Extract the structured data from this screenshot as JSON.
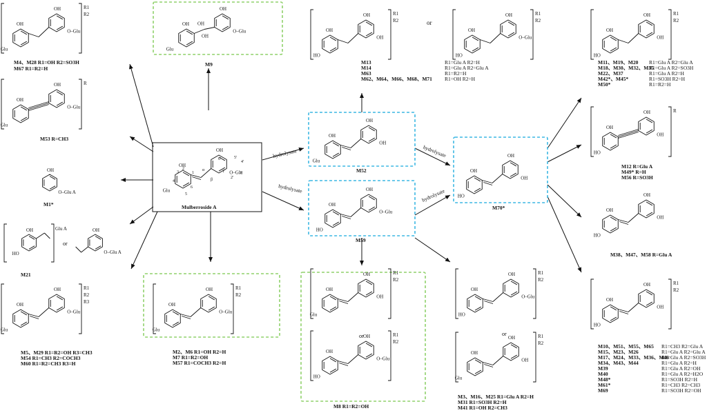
{
  "center": {
    "name": "Mulberroside A"
  },
  "steps": {
    "hydrolysate": "hydrolysate"
  },
  "atoms": {
    "oh": "OH",
    "glu": "Glu",
    "gluA": "Glu A",
    "r": "R",
    "r1": "R1",
    "r2": "R2",
    "r3": "R3",
    "ho": "HO",
    "or": "or"
  },
  "numbering": {
    "n1": "1",
    "n2": "2",
    "n3": "3",
    "n4": "4",
    "n5": "5",
    "n6": "6",
    "na": "α",
    "nb": "β",
    "p1": "1'",
    "p2": "2'",
    "p3": "3'",
    "p4": "4'",
    "p5": "5'",
    "p6": "6'"
  },
  "compounds": {
    "m4": "M4、M28  R1=OH   R2=SO3H",
    "m67": "M67  R1=R2=H",
    "m9": "M9",
    "m53": "M53   R=CH3",
    "m1": "M1*",
    "m21": "M21",
    "m5a": "M5、M29  R1=R2=OH    R3=CH3",
    "m5b": "M54   R1=CH3    R2=COCH3",
    "m5c": "M60   R1=R2=CH3   R3=H",
    "m2a": "M2、M6   R1=OH    R2=H",
    "m2b": "M7    R1=R2=OH",
    "m2c": "M57   R1=COCH3    R2=H",
    "m52": "M52",
    "m59": "M59",
    "m70": "M70*",
    "m8": "M8      R1=R2=OH",
    "m13a": "M13",
    "m13b": "M14",
    "m13c": "M63",
    "m13d": "M62、M64、M66、M68、M71",
    "m13e": "R1=Glu A   R2=H",
    "m13f": "R1=Glu A   R2=Glu A",
    "m13g": "R1=R2=H",
    "m13h": "R1=OH      R2=H",
    "m11a": "M11、M19、M20",
    "m11b": "M18、M30、M32、M35",
    "m11c": "M22、M37",
    "m11d": "M42*、M45*",
    "m11e": "M50*",
    "m11f": "R1=Glu A   R2=Glu A",
    "m11g": "R1=Glu A   R2=SO3H",
    "m11h": "R1=Glu A   R2=H",
    "m11i": "R1=SO3H    R2=H",
    "m11j": "R1=R2=H",
    "m12a": "M12       R=Glu A",
    "m12b": "M49*      R=H",
    "m12c": "M56       R=SO3H",
    "m38": "M38、M47、M58  R=Glu A",
    "m3a": "M3、M16、M25  R1=Glu A    R2=H",
    "m3b": "M31          R1=SO3H    R2=H",
    "m3c": "M41          R1=OH      R2=CH3",
    "m10a": "M10、M51、M55、M65",
    "m10b": "M15、M23、M26",
    "m10c": "M17、M24、M33、M36、M46",
    "m10d": "M34、M43、M44",
    "m10e": "M39",
    "m10f": "M40",
    "m10g": "M48*",
    "m10h": "M61*",
    "m10i": "M69",
    "m10j": "R1=CH3     R2=Glu A",
    "m10k": "R1=Glu A   R2=Glu A",
    "m10l": "R1=Glu A   R2=SO3H",
    "m10m": "R1=Glu A   R2=H",
    "m10n": "R1=Glu A   R2=OH",
    "m10o": "R1=Glu A   R2=H2O",
    "m10p": "R1=SO3H    R2=H",
    "m10q": "R1=CH3     R2=CH3",
    "m10r": "R1=SO3H    R2=OH"
  }
}
